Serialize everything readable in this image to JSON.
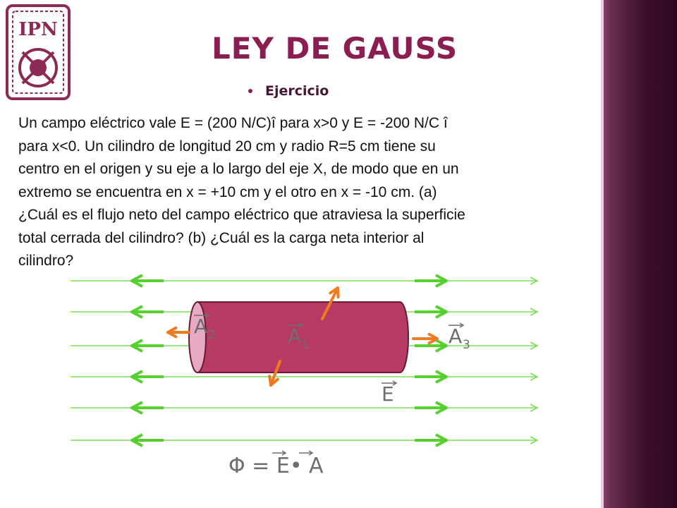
{
  "logo": {
    "text": "IPN"
  },
  "slide": {
    "title": "LEY DE GAUSS",
    "bullet": "Ejercicio",
    "problem_lines": [
      "Un campo eléctrico vale E = (200 N/C)î para x>0 y E = -200 N/C î",
      "para x<0. Un cilindro de longitud 20 cm y radio R=5 cm tiene su",
      "centro en el origen y su eje a lo largo del eje X, de modo que en un",
      "extremo se encuentra en x = +10 cm y el otro en x = -10 cm. (a)",
      "¿Cuál es el flujo neto del campo eléctrico que atraviesa la superficie",
      "total cerrada del cilindro? (b) ¿Cuál es la carga neta interior al",
      "cilindro?"
    ]
  },
  "diagram": {
    "labels": {
      "a2": {
        "main": "A",
        "sub": "2"
      },
      "a1": {
        "main": "A",
        "sub": "1"
      },
      "a3": {
        "main": "A",
        "sub": "3"
      },
      "e": "E"
    },
    "formula": {
      "phi": "Φ",
      "eq": " = ",
      "e": "E",
      "dot": "•",
      "a": " A"
    },
    "colors": {
      "field_line": "#7ee05a",
      "field_arrow": "#55d02e",
      "cylinder_body": "#b73a63",
      "cylinder_cap": "#e8a9c5",
      "area_vector": "#f07a20",
      "title": "#8a1e52"
    }
  }
}
